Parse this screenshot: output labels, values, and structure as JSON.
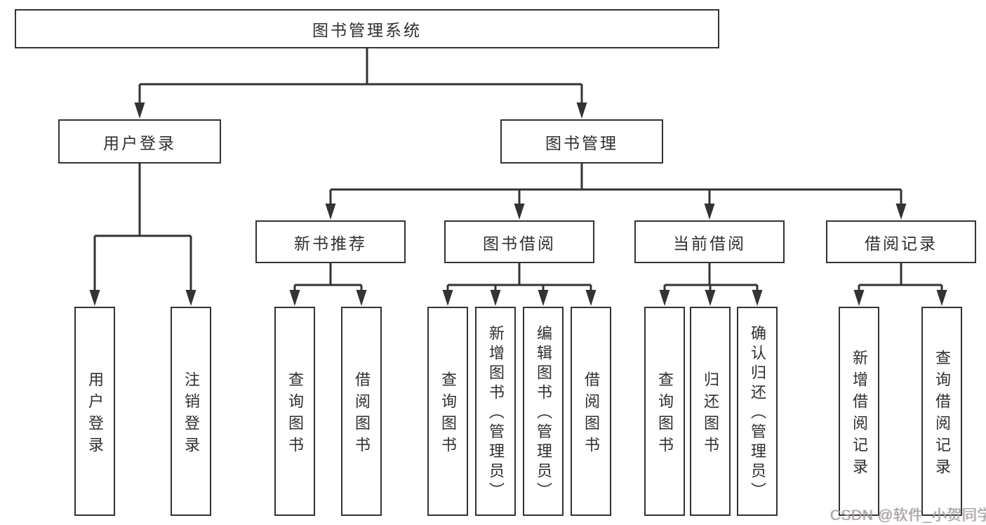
{
  "tree": {
    "label": "图书管理系统",
    "children": [
      {
        "label": "用户登录",
        "children": [
          {
            "label": "用户登录"
          },
          {
            "label": "注销登录"
          }
        ]
      },
      {
        "label": "图书管理",
        "children": [
          {
            "label": "新书推荐",
            "children": [
              {
                "label": "查询图书"
              },
              {
                "label": "借阅图书"
              }
            ]
          },
          {
            "label": "图书借阅",
            "children": [
              {
                "label": "查询图书"
              },
              {
                "label": "新增图书（管理员）"
              },
              {
                "label": "编辑图书（管理员）"
              },
              {
                "label": "借阅图书"
              }
            ]
          },
          {
            "label": "当前借阅",
            "children": [
              {
                "label": "查询图书"
              },
              {
                "label": "归还图书"
              },
              {
                "label": "确认归还（管理员）"
              }
            ]
          },
          {
            "label": "借阅记录",
            "children": [
              {
                "label": "新增借阅记录"
              },
              {
                "label": "查询借阅记录"
              }
            ]
          }
        ]
      }
    ]
  },
  "watermark": "CSDN @软件_小贺同学",
  "colors": {
    "line": "#333333",
    "box_border": "#333333",
    "text": "#2f2f2f",
    "background": "#ffffff",
    "watermark": "#a6a6a6"
  }
}
